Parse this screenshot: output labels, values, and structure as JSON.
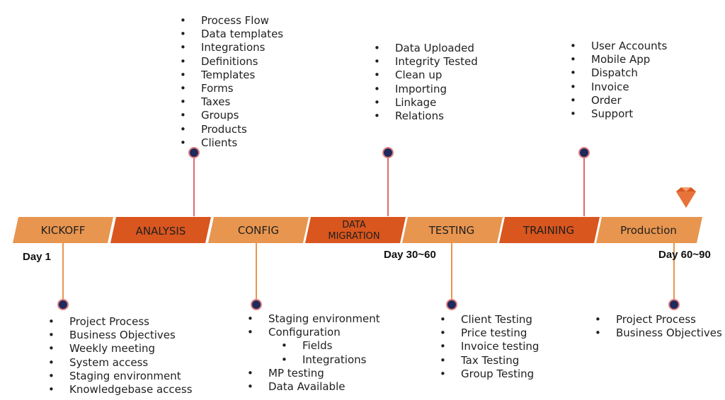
{
  "colors": {
    "light_orange": "#E8954F",
    "dark_orange": "#D9561E",
    "connector": "#E06A6A",
    "dot_fill": "#1F2A5C",
    "dot_stroke": "#E08080"
  },
  "phases": [
    {
      "label": "KICKOFF",
      "tone": "light"
    },
    {
      "label": "ANALYSIS",
      "tone": "dark"
    },
    {
      "label": "CONFIG",
      "tone": "light"
    },
    {
      "label_lines": [
        "DATA",
        "MIGRATION"
      ],
      "tone": "dark"
    },
    {
      "label": "TESTING",
      "tone": "light"
    },
    {
      "label": "TRAINING",
      "tone": "dark"
    },
    {
      "label": "Production",
      "tone": "light"
    }
  ],
  "day_markers": [
    "Day 1",
    "Day 30~60",
    "Day 60~90"
  ],
  "lists": {
    "analysis": [
      "Process Flow",
      "Data templates",
      "Integrations",
      "Definitions",
      "Templates",
      "Forms",
      "Taxes",
      "Groups",
      "Products",
      "Clients"
    ],
    "data_migration": [
      "Data Uploaded",
      "Integrity Tested",
      "Clean up",
      "Importing",
      "Linkage",
      "Relations"
    ],
    "training": [
      "User Accounts",
      "Mobile App",
      "Dispatch",
      "Invoice",
      "Order",
      "Support"
    ],
    "kickoff": [
      "Project Process",
      "Business Objectives",
      "Weekly meeting",
      "System access",
      "Staging environment",
      "Knowledgebase access"
    ],
    "config": [
      {
        "text": "Staging environment",
        "level": 1
      },
      {
        "text": "Configuration",
        "level": 1
      },
      {
        "text": "Fields",
        "level": 2
      },
      {
        "text": "Integrations",
        "level": 2
      },
      {
        "text": "MP testing",
        "level": 1
      },
      {
        "text": "Data Available",
        "level": 1
      }
    ],
    "testing": [
      "Client Testing",
      "Price testing",
      "Invoice testing",
      "Tax Testing",
      "Group Testing"
    ],
    "production": [
      "Project Process",
      "Business Objectives"
    ]
  },
  "icons": {
    "end_marker": "gem-icon"
  }
}
